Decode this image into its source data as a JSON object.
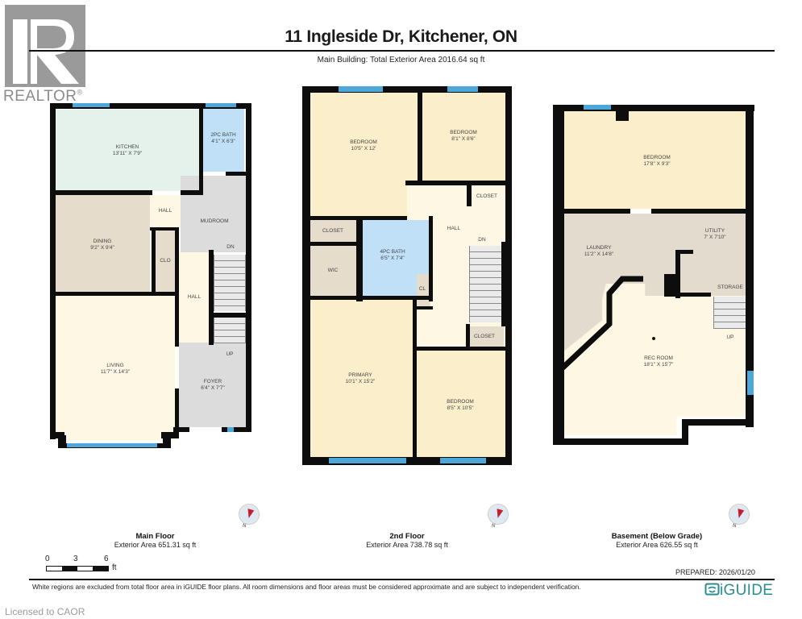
{
  "header": {
    "title": "11 Ingleside Dr, Kitchener, ON",
    "subtitle": "Main Building: Total Exterior Area 2016.64 sq ft"
  },
  "logo": {
    "brand": "REALTOR",
    "registered": "®",
    "icon": "realtor-r-icon"
  },
  "floors": [
    {
      "name": "Main Floor",
      "area": "Exterior Area 651.31 sq ft",
      "rooms": [
        {
          "name": "KITCHEN",
          "dims": "13'11\" x 7'9\""
        },
        {
          "name": "2PC BATH",
          "dims": "4'1\" x 6'3\""
        },
        {
          "name": "HALL",
          "dims": ""
        },
        {
          "name": "MUDROOM",
          "dims": ""
        },
        {
          "name": "DINING",
          "dims": "9'2\" x 9'4\""
        },
        {
          "name": "CLO",
          "dims": ""
        },
        {
          "name": "HALL",
          "dims": ""
        },
        {
          "name": "LIVING",
          "dims": "11'7\" x 14'3\""
        },
        {
          "name": "FOYER",
          "dims": "6'4\" x 7'7\""
        }
      ],
      "stair_labels": [
        "DN",
        "UP"
      ]
    },
    {
      "name": "2nd Floor",
      "area": "Exterior Area 738.78 sq ft",
      "rooms": [
        {
          "name": "BEDROOM",
          "dims": "10'5\" x 12'"
        },
        {
          "name": "BEDROOM",
          "dims": "8'1\" x 8'6\""
        },
        {
          "name": "CLOSET",
          "dims": ""
        },
        {
          "name": "CLOSET",
          "dims": ""
        },
        {
          "name": "HALL",
          "dims": ""
        },
        {
          "name": "4PC BATH",
          "dims": "6'5\" x 7'4\""
        },
        {
          "name": "WIC",
          "dims": ""
        },
        {
          "name": "CL",
          "dims": ""
        },
        {
          "name": "PRIMARY",
          "dims": "10'1\" x 15'2\""
        },
        {
          "name": "CLOSET",
          "dims": ""
        },
        {
          "name": "BEDROOM",
          "dims": "8'5\" x 10'5\""
        }
      ],
      "stair_labels": [
        "DN"
      ]
    },
    {
      "name": "Basement (Below Grade)",
      "area": "Exterior Area 626.55 sq ft",
      "rooms": [
        {
          "name": "BEDROOM",
          "dims": "17'8\" x 9'3\""
        },
        {
          "name": "LAUNDRY",
          "dims": "11'2\" x 14'8\""
        },
        {
          "name": "UTILITY",
          "dims": "7' x 7'10\""
        },
        {
          "name": "STORAGE",
          "dims": ""
        },
        {
          "name": "REC ROOM",
          "dims": "18'1\" x 15'7\""
        }
      ],
      "stair_labels": [
        "UP"
      ]
    }
  ],
  "compass": {
    "label": "N",
    "icon": "compass-icon"
  },
  "scale": {
    "ticks": [
      "0",
      "3",
      "6"
    ],
    "unit": "ft"
  },
  "footer": {
    "prepared": "PREPARED: 2026/01/20",
    "disclaimer": "White regions are excluded from total floor area in iGUIDE floor plans. All room dimensions and floor areas must be considered approximate and are subject to independent verification.",
    "brand": "iGUIDE",
    "licensed": "Licensed to CAOR"
  },
  "colors": {
    "wall": "#0d0d0d",
    "window": "#4ea7d9",
    "kitchen": "#e5f1eb",
    "bath": "#bfe0f6",
    "bedroom": "#fbeecb",
    "dining": "#e6dccb",
    "foyer": "#dcdcdc",
    "brand": "#2a8d8f"
  }
}
